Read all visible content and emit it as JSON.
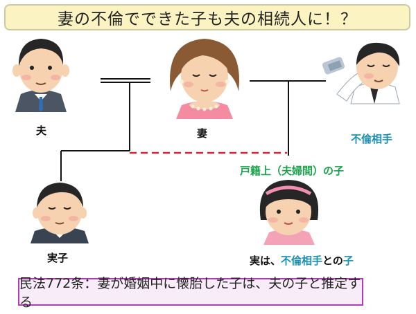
{
  "title": "妻の不倫でできた子も夫の相続人に！？",
  "people": {
    "husband": "夫",
    "wife": "妻",
    "affair_partner": "不倫相手",
    "real_child": "実子",
    "registered_child": "戸籍上（夫婦間）の子"
  },
  "caption_child": {
    "prefix": "実は、",
    "partner": "不倫相手",
    "middle": "との",
    "suffix": "子"
  },
  "footer": "民法772条：妻が婚姻中に懐胎した子は、夫の子と推定する",
  "colors": {
    "title_bg": "#fbf4c2",
    "footer_border": "#b23cb5",
    "teal": "#1a8fb0",
    "green": "#1aa34a",
    "dashed_red": "#d9222a"
  }
}
